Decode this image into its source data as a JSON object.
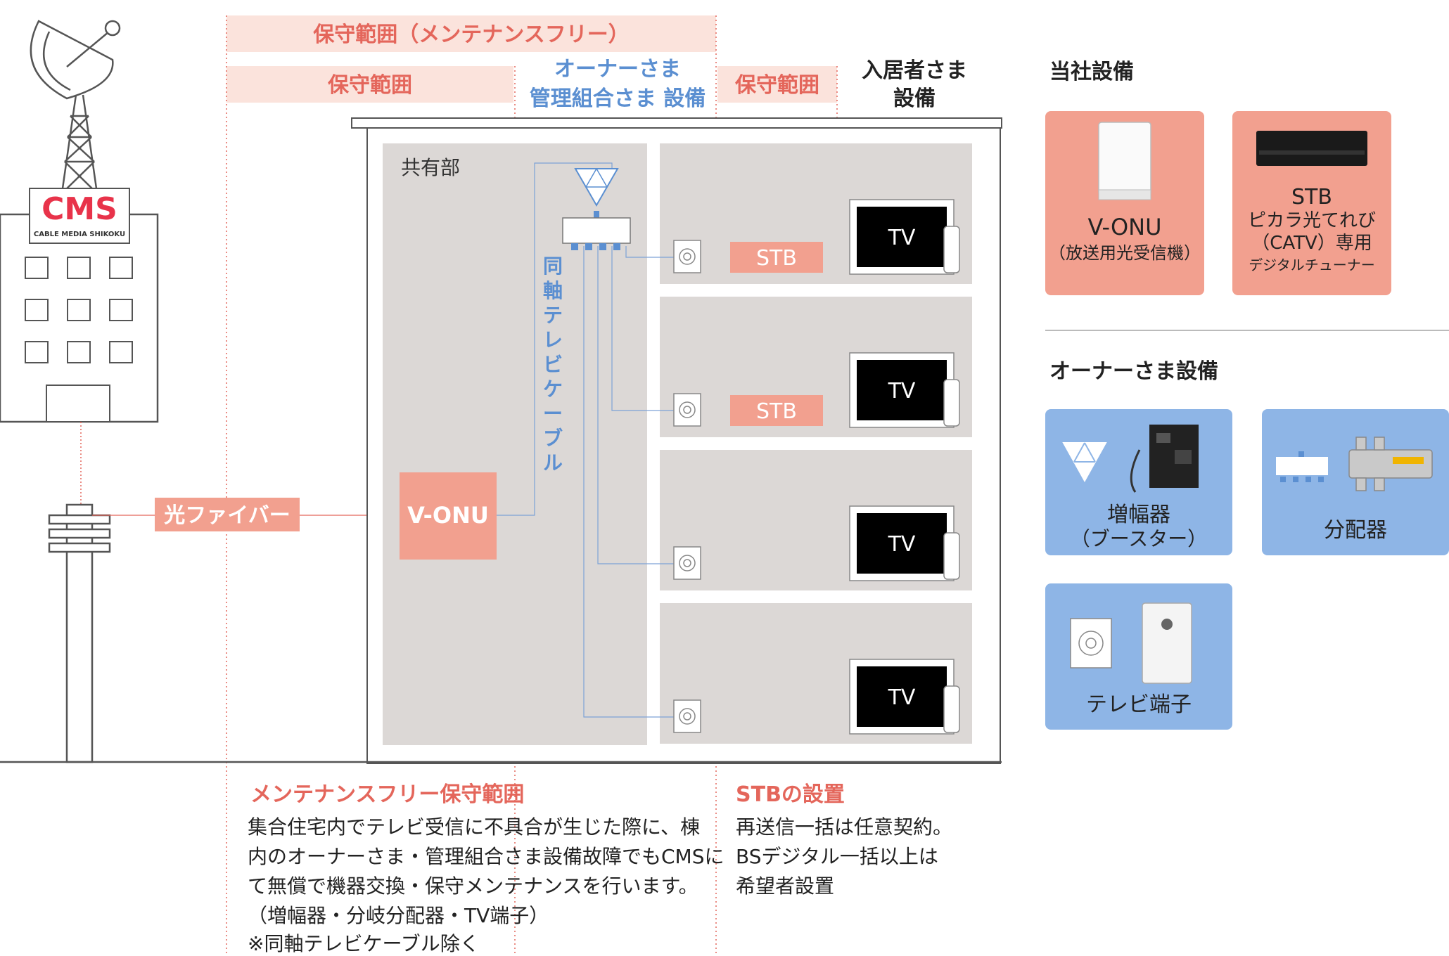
{
  "colors": {
    "pink": "#f2a08f",
    "pink_light": "#fbe3dc",
    "pink_text": "#e4665b",
    "blue": "#5b8fd1",
    "blue_panel": "#8eb5e6",
    "gray_room": "#dcd8d6",
    "gray_line": "#bbbbbb",
    "text_dark": "#222222"
  },
  "bands": {
    "maintenance_free": "保守範囲（メンテナンスフリー）",
    "maintenance_left": "保守範囲",
    "owner_line1": "オーナーさま",
    "owner_line2": "管理組合さま 設備",
    "maintenance_right": "保守範囲",
    "resident_line1": "入居者さま",
    "resident_line2": "設備"
  },
  "cms": {
    "logo": "CMS",
    "tagline": "CABLE MEDIA SHIKOKU"
  },
  "fiber_label": "光ファイバー",
  "building": {
    "shared_area": "共有部",
    "vonu_box": "V-ONU",
    "coax_label": "同軸テレビケーブル",
    "stb_label": "STB",
    "tv_label": "TV"
  },
  "legend": {
    "company_title": "当社設備",
    "vonu_name": "V-ONU",
    "vonu_sub": "（放送用光受信機）",
    "stb_name": "STB",
    "stb_sub1": "ピカラ光てれび",
    "stb_sub2": "（CATV）専用",
    "stb_sub3": "デジタルチューナー",
    "owner_title": "オーナーさま設備",
    "amp_line1": "増幅器",
    "amp_line2": "（ブースター）",
    "splitter": "分配器",
    "terminal": "テレビ端子"
  },
  "notes": {
    "mf_title": "メンテナンスフリー保守範囲",
    "mf_line1": "集合住宅内でテレビ受信に不具合が生じた際に、棟",
    "mf_line2": "内のオーナーさま・管理組合さま設備故障でもCMSに",
    "mf_line3": "て無償で機器交換・保守メンテナンスを行います。",
    "mf_line4": "（増幅器・分岐分配器・TV端子）",
    "mf_line5": "※同軸テレビケーブル除く",
    "stb_title": "STBの設置",
    "stb_line1": "再送信一括は任意契約。",
    "stb_line2": "BSデジタル一括以上は",
    "stb_line3": "希望者設置"
  }
}
